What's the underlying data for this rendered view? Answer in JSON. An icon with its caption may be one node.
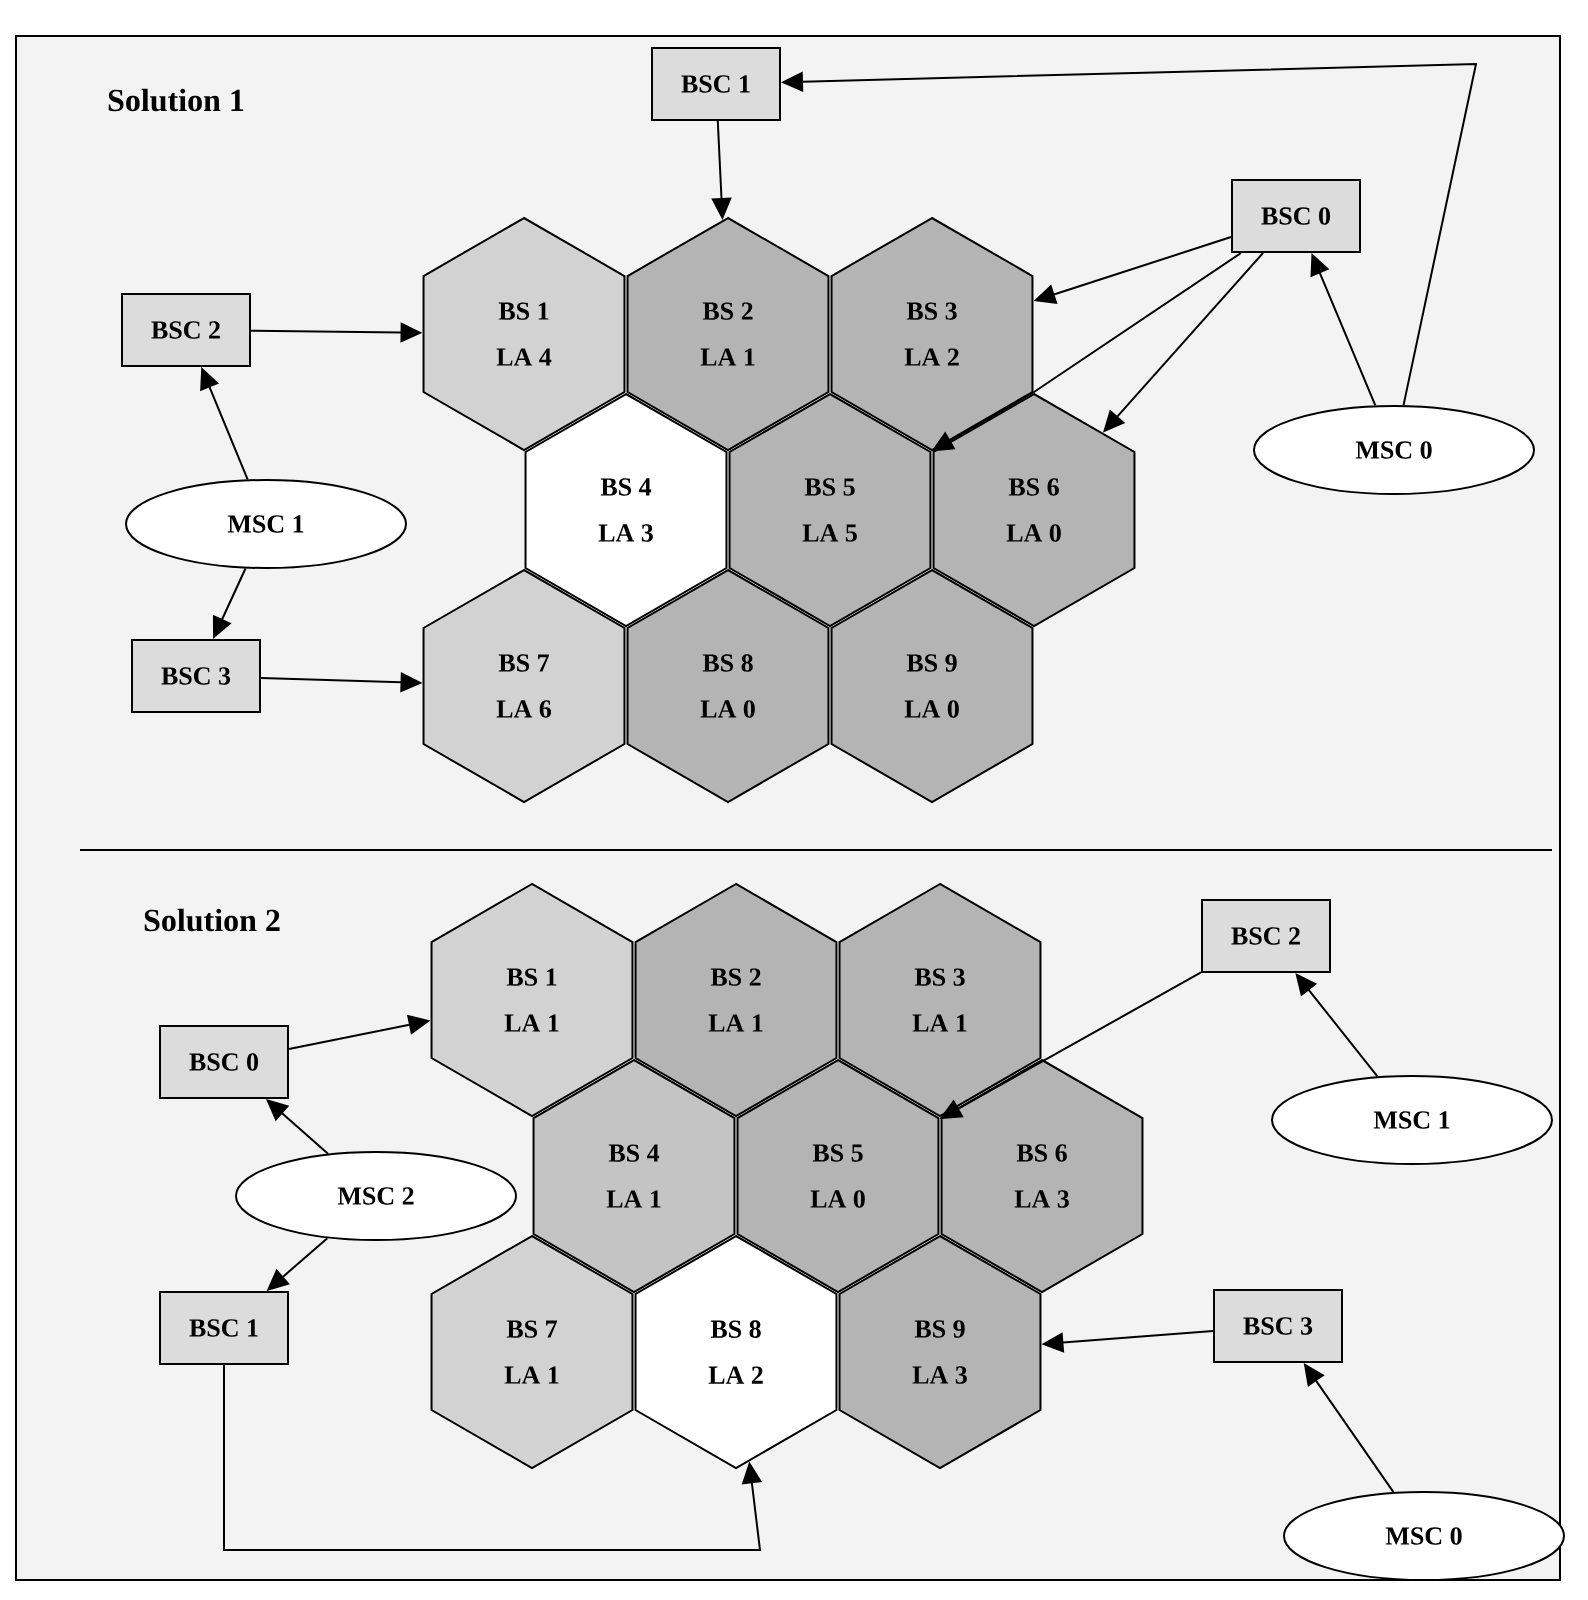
{
  "diagram": {
    "nodes": [
      {
        "text": [
          "BSC 1"
        ]
      },
      {
        "text": [
          "BSC 0"
        ]
      },
      {
        "text": [
          "BSC 2"
        ]
      },
      {
        "text": [
          "MSC 0"
        ]
      },
      {
        "text": [
          "MSC 1"
        ]
      },
      {
        "text": [
          "BSC 3"
        ]
      },
      {
        "text": [
          "BS 1",
          "LA 4"
        ]
      },
      {
        "text": [
          "BS 2",
          "LA 1"
        ]
      },
      {
        "text": [
          "BS 3",
          "LA 2"
        ]
      },
      {
        "text": [
          "BS 4",
          "LA 3"
        ]
      },
      {
        "text": [
          "BS 5",
          "LA 5"
        ]
      },
      {
        "text": [
          "BS 6",
          "LA 0"
        ]
      },
      {
        "text": [
          "BS 7",
          "LA 6"
        ]
      },
      {
        "text": [
          "BS 8",
          "LA 0"
        ]
      },
      {
        "text": [
          "BS 9",
          "LA 0"
        ]
      },
      {
        "text": [
          "BSC 2"
        ]
      },
      {
        "text": [
          "BSC 0"
        ]
      },
      {
        "text": [
          "MSC 1"
        ]
      },
      {
        "text": [
          "MSC 2"
        ]
      },
      {
        "text": [
          "BSC 1"
        ]
      },
      {
        "text": [
          "BSC 3"
        ]
      },
      {
        "text": [
          "MSC 0"
        ]
      },
      {
        "text": [
          "BS 1",
          "LA 1"
        ]
      },
      {
        "text": [
          "BS 2",
          "LA 1"
        ]
      },
      {
        "text": [
          "BS 3",
          "LA 1"
        ]
      },
      {
        "text": [
          "BS 4",
          "LA 1"
        ]
      },
      {
        "text": [
          "BS 5",
          "LA 0"
        ]
      },
      {
        "text": [
          "BS 6",
          "LA 3"
        ]
      },
      {
        "text": [
          "BS 7",
          "LA 1"
        ]
      },
      {
        "text": [
          "BS 8",
          "LA 2"
        ]
      },
      {
        "text": [
          "BS 9",
          "LA 3"
        ]
      }
    ],
    "edges": [
      {
        "from": 0,
        "to": 7,
        "arrow": "to"
      },
      {
        "from": 3,
        "to": 0,
        "arrow": "to"
      },
      {
        "from": 3,
        "to": 1,
        "arrow": "to"
      },
      {
        "from": 1,
        "to": 8,
        "arrow": "to"
      },
      {
        "from": 1,
        "to": 10,
        "arrow": "to"
      },
      {
        "from": 1,
        "to": 11,
        "arrow": "to"
      },
      {
        "from": 2,
        "to": 6,
        "arrow": "to"
      },
      {
        "from": 4,
        "to": 2,
        "arrow": "to"
      },
      {
        "from": 4,
        "to": 5,
        "arrow": "to"
      },
      {
        "from": 5,
        "to": 12,
        "arrow": "to"
      },
      {
        "from": 16,
        "to": 22,
        "arrow": "to"
      },
      {
        "from": 18,
        "to": 16,
        "arrow": "to"
      },
      {
        "from": 18,
        "to": 19,
        "arrow": "to"
      },
      {
        "from": 19,
        "to": 29,
        "arrow": "to"
      },
      {
        "from": 15,
        "to": 26,
        "arrow": "to"
      },
      {
        "from": 17,
        "to": 15,
        "arrow": "to"
      },
      {
        "from": 20,
        "to": 30,
        "arrow": "to"
      },
      {
        "from": 21,
        "to": 20,
        "arrow": "to"
      }
    ],
    "labels": [
      "Solution 1",
      "Solution 2"
    ]
  }
}
